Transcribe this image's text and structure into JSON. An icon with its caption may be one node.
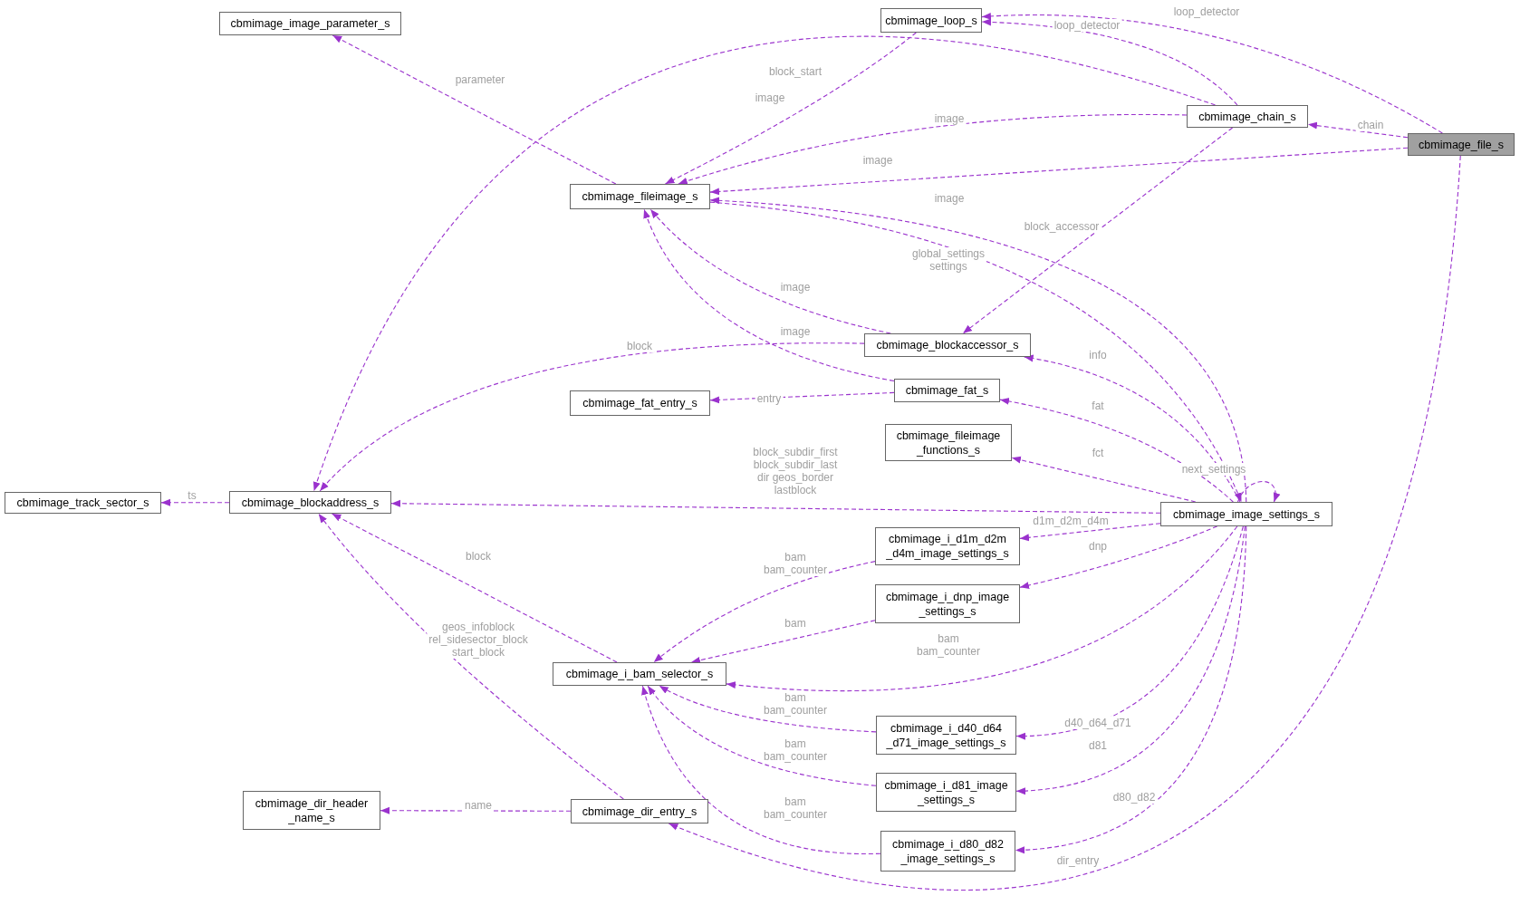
{
  "diagram": {
    "nodes": [
      {
        "text": [
          "cbmimage_image_parameter_s"
        ]
      },
      {
        "text": [
          "cbmimage_loop_s"
        ]
      },
      {
        "text": [
          "cbmimage_chain_s"
        ]
      },
      {
        "text": [
          "cbmimage_file_s"
        ]
      },
      {
        "text": [
          "cbmimage_fileimage_s"
        ]
      },
      {
        "text": [
          "cbmimage_blockaccessor_s"
        ]
      },
      {
        "text": [
          "cbmimage_fat_entry_s"
        ]
      },
      {
        "text": [
          "cbmimage_fat_s"
        ]
      },
      {
        "text": [
          "cbmimage_fileimage _functions_s"
        ]
      },
      {
        "text": [
          "cbmimage_track_sector_s"
        ]
      },
      {
        "text": [
          "cbmimage_blockaddress_s"
        ]
      },
      {
        "text": [
          "cbmimage_image_settings_s"
        ]
      },
      {
        "text": [
          "cbmimage_i_d1m_d2m _d4m_image_settings_s"
        ]
      },
      {
        "text": [
          "cbmimage_i_dnp_image _settings_s"
        ]
      },
      {
        "text": [
          "cbmimage_i_bam_selector_s"
        ]
      },
      {
        "text": [
          "cbmimage_i_d40_d64 _d71_image_settings_s"
        ]
      },
      {
        "text": [
          "cbmimage_i_d81_image _settings_s"
        ]
      },
      {
        "text": [
          "cbmimage_dir_header _name_s"
        ]
      },
      {
        "text": [
          "cbmimage_dir_entry_s"
        ]
      },
      {
        "text": [
          "cbmimage_i_d80_d82 _image_settings_s"
        ]
      }
    ],
    "edges": [
      {
        "from": 3,
        "to": 1,
        "arrow": "to",
        "label": "loop_detector",
        "style": "dashed"
      },
      {
        "from": 2,
        "to": 1,
        "arrow": "to",
        "label": "loop_detector",
        "style": "dashed"
      },
      {
        "from": 1,
        "to": 4,
        "arrow": "to",
        "label": "image",
        "style": "dashed"
      },
      {
        "from": 4,
        "to": 0,
        "arrow": "to",
        "label": "parameter",
        "style": "dashed"
      },
      {
        "from": 2,
        "to": 10,
        "arrow": "to",
        "label": "block_start",
        "style": "dashed"
      },
      {
        "from": 2,
        "to": 4,
        "arrow": "to",
        "label": "image",
        "style": "dashed"
      },
      {
        "from": 3,
        "to": 2,
        "arrow": "to",
        "label": "chain",
        "style": "dashed"
      },
      {
        "from": 3,
        "to": 4,
        "arrow": "to",
        "label": "image",
        "style": "dashed"
      },
      {
        "from": 11,
        "to": 4,
        "arrow": "to",
        "label": "image",
        "style": "dashed"
      },
      {
        "from": 4,
        "to": 11,
        "arrow": "to",
        "label": "global_settings settings",
        "style": "dashed"
      },
      {
        "from": 2,
        "to": 5,
        "arrow": "to",
        "label": "block_accessor",
        "style": "dashed"
      },
      {
        "from": 5,
        "to": 4,
        "arrow": "to",
        "label": "image",
        "style": "dashed"
      },
      {
        "from": 7,
        "to": 4,
        "arrow": "to",
        "label": "image",
        "style": "dashed"
      },
      {
        "from": 5,
        "to": 10,
        "arrow": "to",
        "label": "block",
        "style": "dashed"
      },
      {
        "from": 7,
        "to": 6,
        "arrow": "to",
        "label": "entry",
        "style": "dashed"
      },
      {
        "from": 11,
        "to": 5,
        "arrow": "to",
        "label": "info",
        "style": "dashed"
      },
      {
        "from": 11,
        "to": 7,
        "arrow": "to",
        "label": "fat",
        "style": "dashed"
      },
      {
        "from": 11,
        "to": 8,
        "arrow": "to",
        "label": "fct",
        "style": "dashed"
      },
      {
        "from": 11,
        "to": 11,
        "arrow": "to",
        "label": "next_settings",
        "style": "dashed"
      },
      {
        "from": 11,
        "to": 10,
        "arrow": "to",
        "label": "block_subdir_first block_subdir_last dir geos_border lastblock",
        "style": "dashed"
      },
      {
        "from": 10,
        "to": 9,
        "arrow": "to",
        "label": "ts",
        "style": "dashed"
      },
      {
        "from": 11,
        "to": 12,
        "arrow": "to",
        "label": "d1m_d2m_d4m",
        "style": "dashed"
      },
      {
        "from": 11,
        "to": 13,
        "arrow": "to",
        "label": "dnp",
        "style": "dashed"
      },
      {
        "from": 11,
        "to": 14,
        "arrow": "to",
        "label": "bam bam_counter",
        "style": "dashed"
      },
      {
        "from": 12,
        "to": 14,
        "arrow": "to",
        "label": "bam bam_counter",
        "style": "dashed"
      },
      {
        "from": 13,
        "to": 14,
        "arrow": "to",
        "label": "bam",
        "style": "dashed"
      },
      {
        "from": 14,
        "to": 10,
        "arrow": "to",
        "label": "block",
        "style": "dashed"
      },
      {
        "from": 18,
        "to": 10,
        "arrow": "to",
        "label": "geos_infoblock rel_sidesector_block start_block",
        "style": "dashed"
      },
      {
        "from": 15,
        "to": 14,
        "arrow": "to",
        "label": "bam bam_counter",
        "style": "dashed"
      },
      {
        "from": 16,
        "to": 14,
        "arrow": "to",
        "label": "bam bam_counter",
        "style": "dashed"
      },
      {
        "from": 19,
        "to": 14,
        "arrow": "to",
        "label": "bam bam_counter",
        "style": "dashed"
      },
      {
        "from": 11,
        "to": 15,
        "arrow": "to",
        "label": "d40_d64_d71",
        "style": "dashed"
      },
      {
        "from": 11,
        "to": 16,
        "arrow": "to",
        "label": "d81",
        "style": "dashed"
      },
      {
        "from": 11,
        "to": 19,
        "arrow": "to",
        "label": "d80_d82",
        "style": "dashed"
      },
      {
        "from": 18,
        "to": 17,
        "arrow": "to",
        "label": "name",
        "style": "dashed"
      },
      {
        "from": 3,
        "to": 18,
        "arrow": "to",
        "label": "dir_entry",
        "style": "dashed"
      }
    ]
  }
}
